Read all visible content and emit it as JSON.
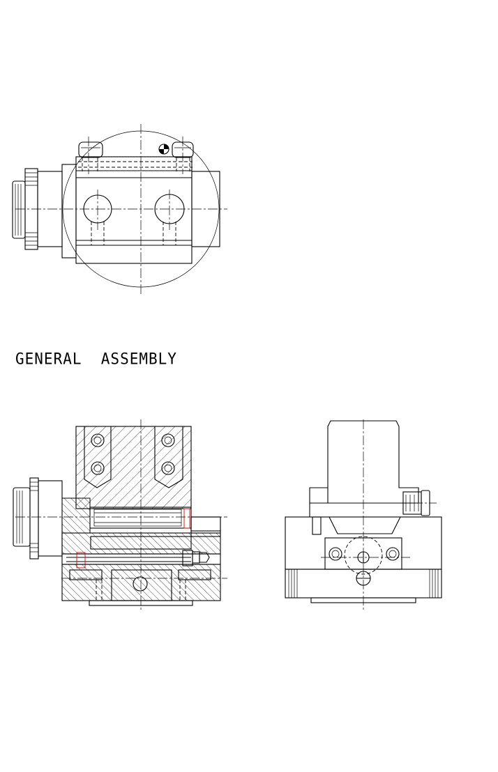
{
  "drawing": {
    "title": "GENERAL  ASSEMBLY",
    "views": [
      "top-view",
      "front-section-view",
      "side-view"
    ]
  }
}
